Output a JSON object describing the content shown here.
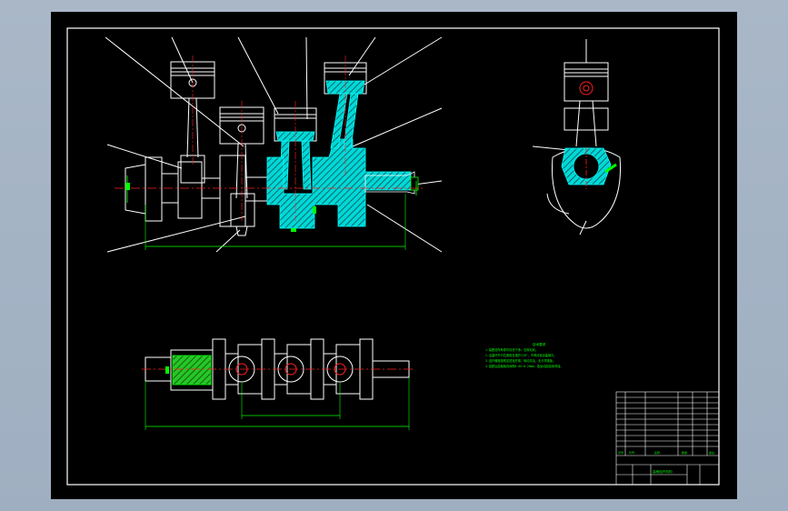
{
  "drawing": {
    "notes_title": "技术要求",
    "notes": [
      "1.装配前所有零件清洗干净，去除毛刺。",
      "2.活塞环开口位置相互错开120°，不得对准活塞销孔。",
      "3.连杆螺栓按规定扭矩拧紧，转动灵活，无卡滞现象。",
      "4.装配后曲轴轴向间隙0.05~0.20mm，各运动副涂润滑油。"
    ],
    "title_block": {
      "header": [
        "序号",
        "代号",
        "名称",
        "数量",
        "备注"
      ],
      "name": "曲柄连杆机构"
    }
  },
  "colors": {
    "sheet": "#000000",
    "outline": "#ffffff",
    "section": "#00e5e5",
    "dimension": "#00ff00",
    "centerline": "#ff2020"
  }
}
